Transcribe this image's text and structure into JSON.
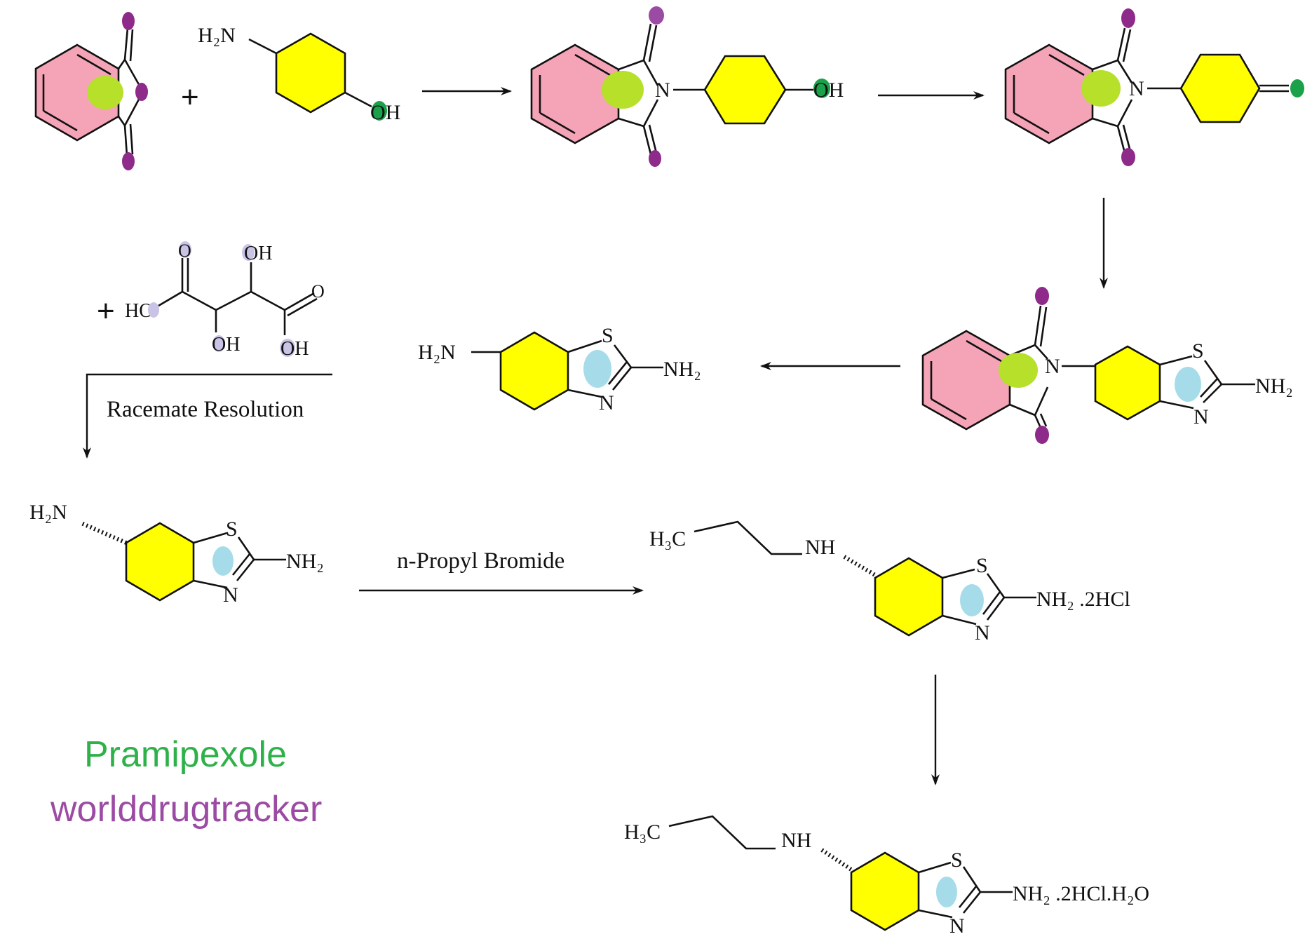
{
  "labels": {
    "h2n": "H₂N",
    "oh": "OH",
    "o": "O",
    "n": "N",
    "s": "S",
    "ho": "HO",
    "nh2": "NH₂",
    "nh": "NH",
    "h3c": "H₃C",
    "nh2_2hcl": "NH₂ .2HCl",
    "nh2_2hcl_h2o": "NH₂ .2HCl.H₂O",
    "plus": "+"
  },
  "conditions": {
    "racemate": "Racemate Resolution",
    "propyl": "n-Propyl Bromide"
  },
  "titles": {
    "drug": "Pramipexole",
    "source": "worlddrugtracker"
  },
  "colors": {
    "benzene": "#f4a4b6",
    "cyclohexane": "#ffff00",
    "imide_center": "#b6e02a",
    "thiazole_center": "#a6dcea",
    "carbonyl_o": "#8e2a8a",
    "hydroxyl_o": "#1aa14a",
    "tartaric_o": "#c9c3e6",
    "drug_title": "#2fb14a",
    "source_title": "#9c4ba4"
  }
}
